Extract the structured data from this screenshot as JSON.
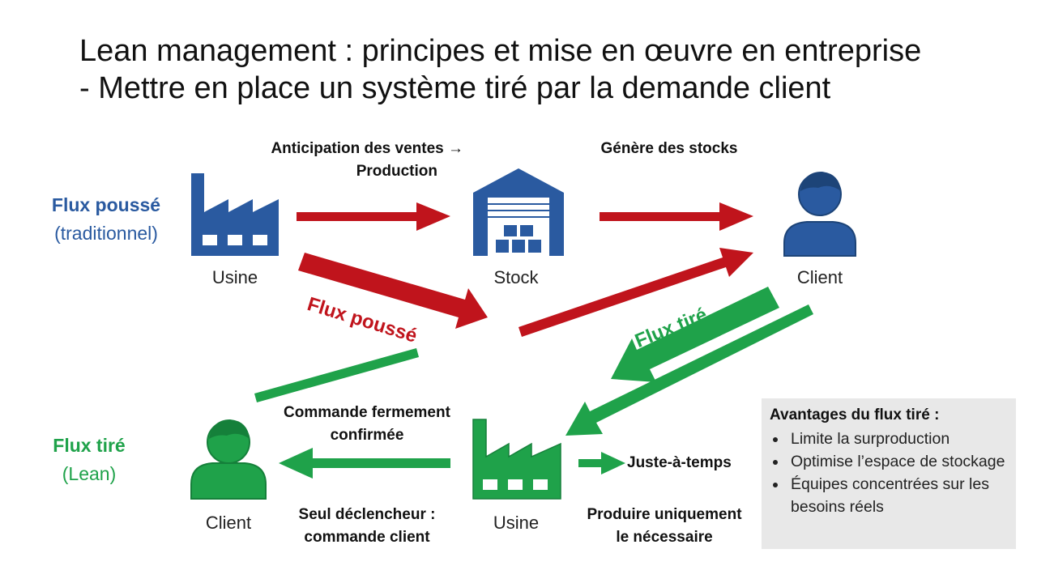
{
  "title": {
    "line1": "Lean management : principes et mise en œuvre en entreprise",
    "line2": "- Mettre en place un système tiré par la demande client"
  },
  "push": {
    "side_title": "Flux poussé",
    "side_sub": "(traditionnel)",
    "factory_label": "Usine",
    "stock_label": "Stock",
    "client_label": "Client",
    "anticipation_line1": "Anticipation des ventes →",
    "anticipation_line2": "Production",
    "genere_label": "Génère des stocks",
    "diagonal_label": "Flux poussé"
  },
  "pull": {
    "side_title": "Flux tiré",
    "side_sub": "(Lean)",
    "client_label": "Client",
    "factory_label": "Usine",
    "diagonal_label": "Flux tiré",
    "commande_line1": "Commande fermement",
    "commande_line2": "confirmée",
    "declencheur_line1": "Seul déclencheur :",
    "declencheur_line2": "commande client",
    "jat_label": "Juste-à-temps",
    "produire_line1": "Produire uniquement",
    "produire_line2": "le nécessaire"
  },
  "benefits": {
    "title": "Avantages du flux tiré :",
    "items": [
      "Limite la surproduction",
      "Optimise l’espace de stockage",
      "Équipes concentrées sur les besoins réels"
    ]
  },
  "colors": {
    "blue": "#2a5aa0",
    "red": "#c0141c",
    "green": "#1fa24a"
  }
}
